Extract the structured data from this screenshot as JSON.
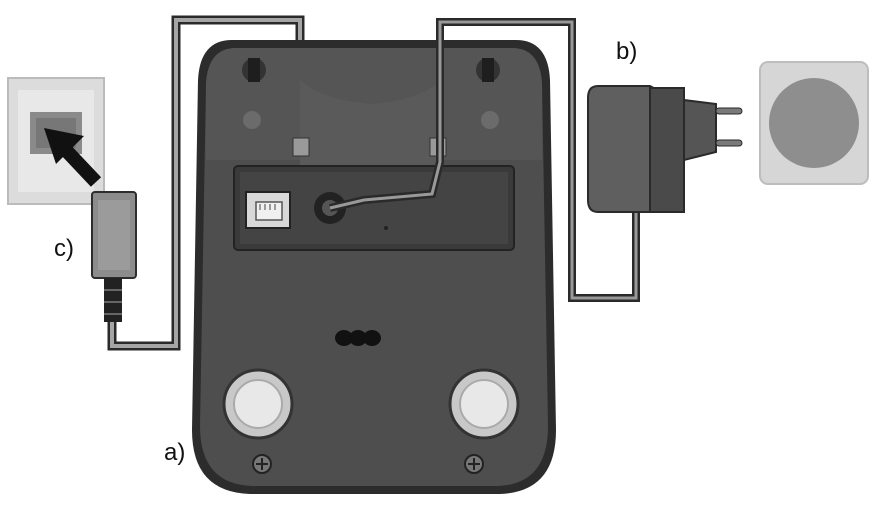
{
  "callouts": {
    "a": "a)",
    "b": "b)",
    "c": "c)"
  },
  "icons": {
    "base_station": "base-station-rear-icon",
    "power_adapter": "power-adapter-icon",
    "power_outlet": "power-outlet-icon",
    "phone_wall_socket": "phone-wall-socket-icon",
    "phone_plug": "phone-plug-icon",
    "insert_arrow": "insert-arrow-icon"
  },
  "colors": {
    "base_body": "#4a4a4a",
    "base_shadow": "#2c2c2c",
    "adapter": "#5f5f5f",
    "outlet_plate": "#d6d6d6",
    "outlet_socket": "#8e8e8e",
    "wall_socket": "#dedede",
    "cable_outline": "#2a2a2a",
    "cable_fill": "#9a9a9a"
  }
}
